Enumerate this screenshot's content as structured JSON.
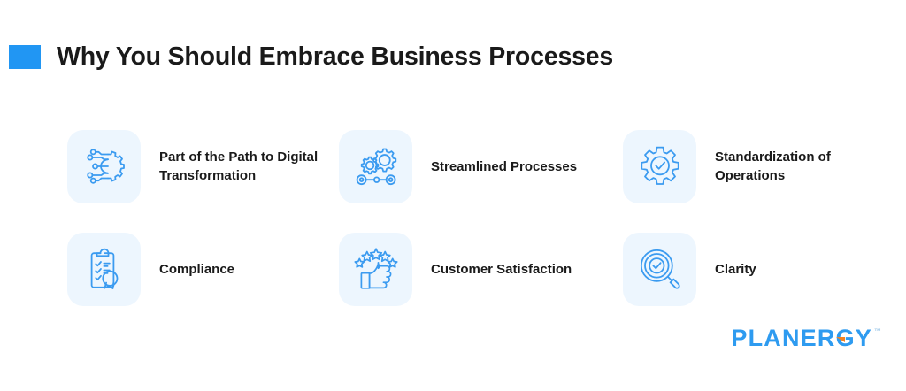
{
  "header": {
    "title": "Why You Should Embrace Business Processes",
    "accent_color": "#2196f3"
  },
  "theme": {
    "icon_tile_background": "#edf6fe",
    "icon_stroke": "#3b9bf0",
    "text_color": "#1a1a1a",
    "page_background": "#ffffff"
  },
  "items": [
    {
      "icon": "digital-transformation-icon",
      "label": "Part of the Path to Digital Transformation"
    },
    {
      "icon": "gears-process-flow-icon",
      "label": "Streamlined Processes"
    },
    {
      "icon": "gear-check-icon",
      "label": "Standardization of Operations"
    },
    {
      "icon": "clipboard-checklist-seal-icon",
      "label": "Compliance"
    },
    {
      "icon": "thumbs-up-stars-icon",
      "label": "Customer Satisfaction"
    },
    {
      "icon": "magnifier-check-icon",
      "label": "Clarity"
    }
  ],
  "logo": {
    "word": "PLANERGY",
    "trademark": "™",
    "color": "#2e9bf0",
    "accent_color": "#f58220"
  }
}
